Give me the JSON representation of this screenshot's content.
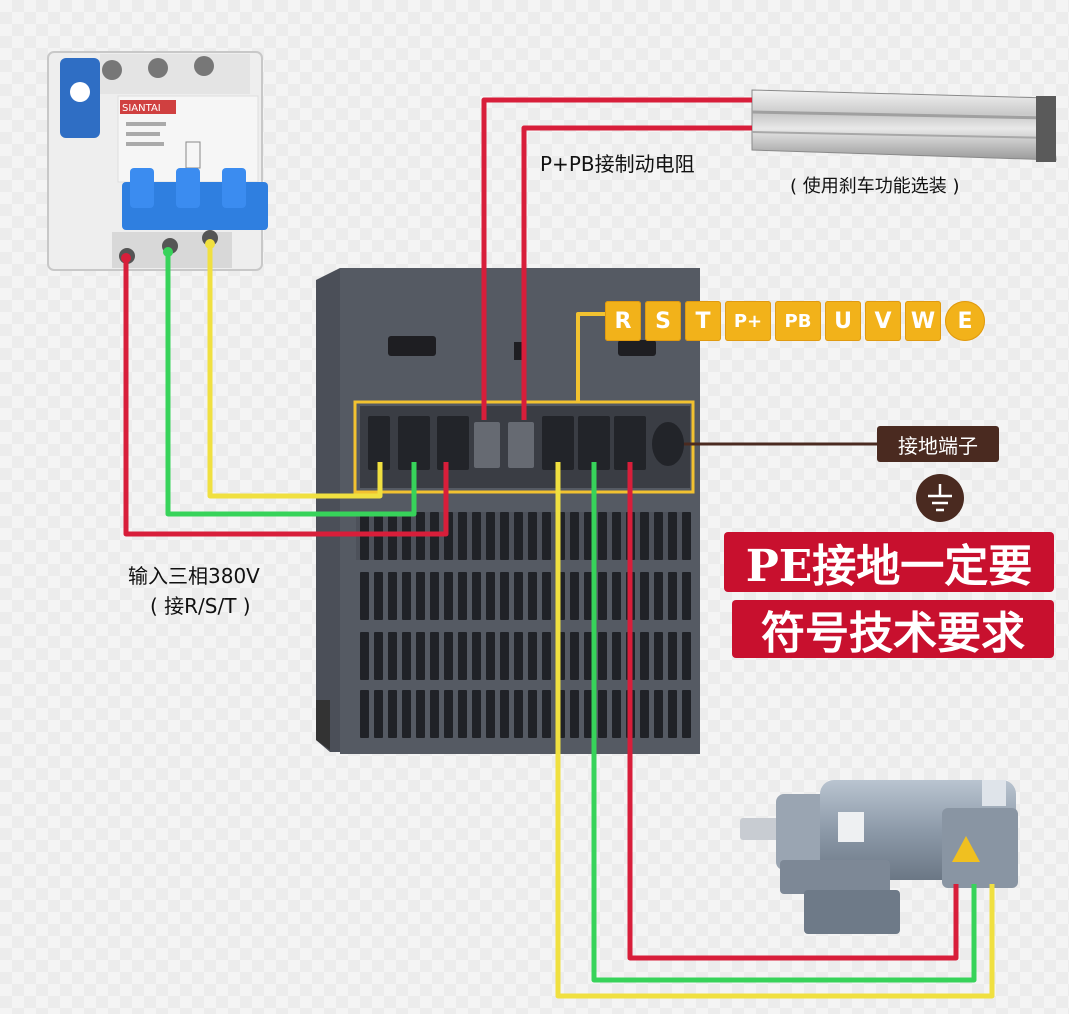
{
  "brake_resistor_label": "P+PB接制动电阻",
  "brake_function_note": "( 使用刹车功能选装 )",
  "input_label_line1": "输入三相380V",
  "input_label_line2": "( 接R/S/T )",
  "ground_terminal_label": "接地端子",
  "pe_warning_line1": "PE接地一定要",
  "pe_warning_line2": "符号技术要求",
  "breaker_brand": "SIANTAI",
  "terminals": [
    "R",
    "S",
    "T",
    "P+",
    "PB",
    "U",
    "V",
    "W",
    "E"
  ],
  "colors": {
    "wire_red": "#d81e3a",
    "wire_green": "#37d35a",
    "wire_yellow": "#f0e040",
    "terminal_bar": "#f2b21a",
    "highlight_frame": "#f2c230",
    "inverter_body": "#4b4f58",
    "banner_red": "#c8102e",
    "ground_badge": "#4a2a20"
  }
}
